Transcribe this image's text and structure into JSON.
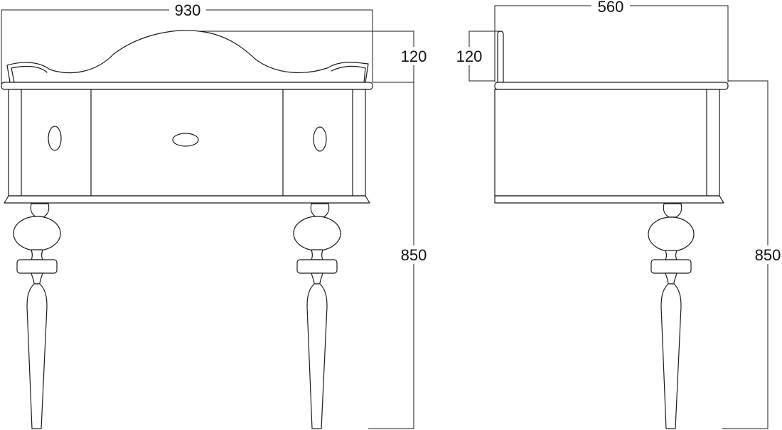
{
  "front_view": {
    "width_label": "930",
    "backsplash_height_label": "120",
    "total_height_label": "850"
  },
  "side_view": {
    "depth_label": "560",
    "backsplash_height_label": "120",
    "total_height_label": "850"
  }
}
